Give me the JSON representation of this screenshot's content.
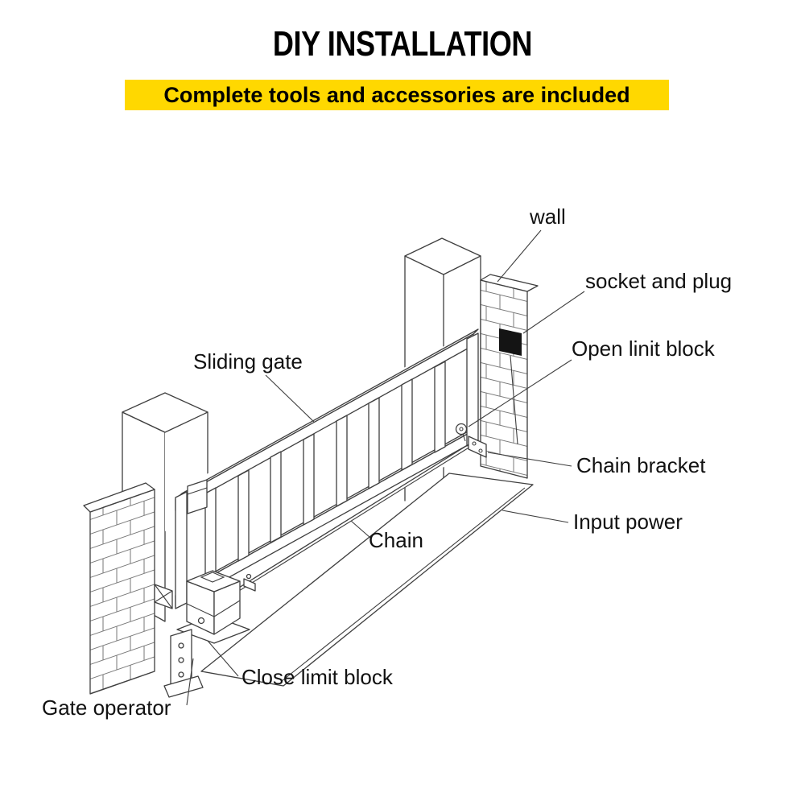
{
  "title": "DIY INSTALLATION",
  "banner": {
    "text": "Complete tools and accessories are included",
    "bg_color": "#FFD800"
  },
  "diagram": {
    "line_color": "#3f3f3f",
    "brick_line_color": "#7a7a7a",
    "socket_color": "#141414",
    "labels": {
      "wall": "wall",
      "socket_and_plug": "socket and plug",
      "open_limit_block": "Open linit block",
      "chain_bracket": "Chain bracket",
      "input_power": "Input power",
      "sliding_gate": "Sliding gate",
      "chain": "Chain",
      "close_limit_block": "Close limit block",
      "gate_operator": "Gate operator"
    }
  }
}
